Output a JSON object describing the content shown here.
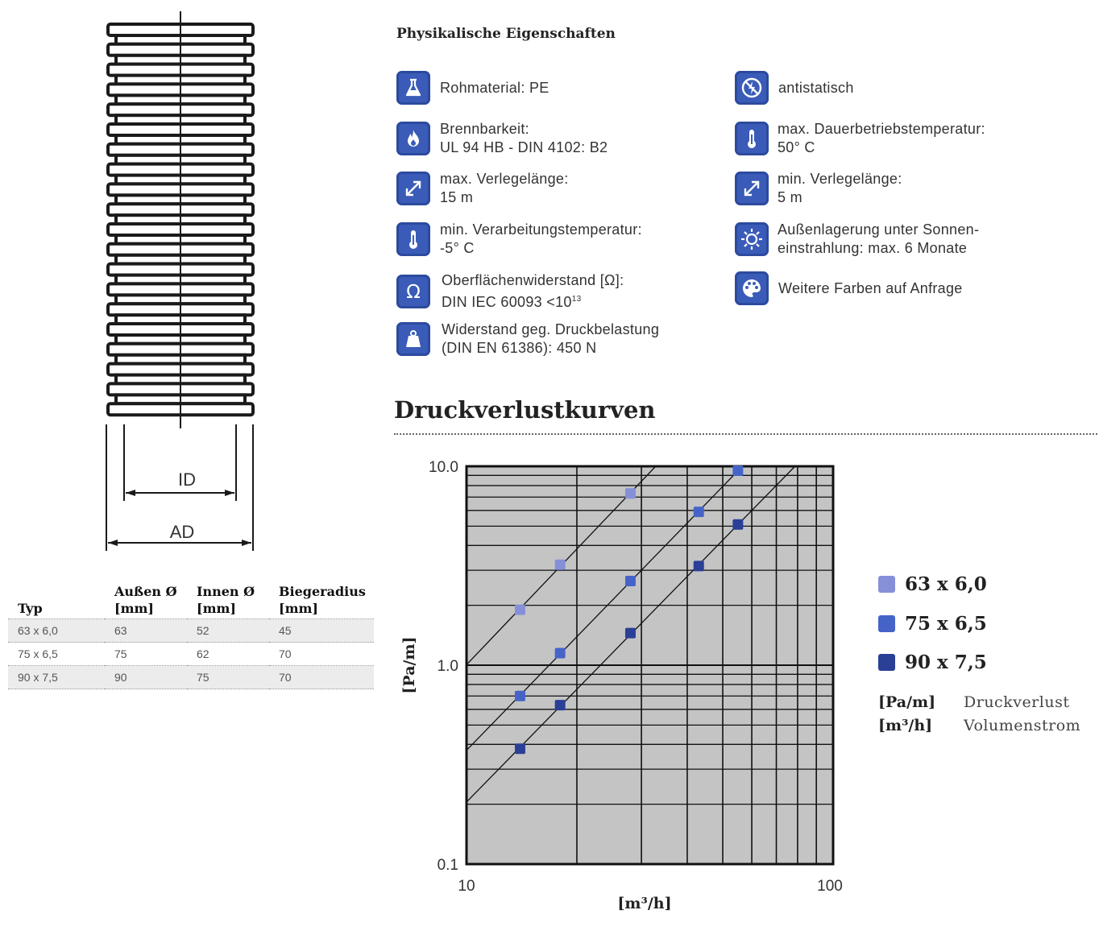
{
  "drawing": {
    "label_inner": "ID",
    "label_outer": "AD"
  },
  "table": {
    "headers": [
      {
        "line1": "Typ",
        "line2": ""
      },
      {
        "line1": "Außen Ø",
        "line2": "[mm]"
      },
      {
        "line1": "Innen  Ø",
        "line2": "[mm]"
      },
      {
        "line1": "Biegeradius",
        "line2": "[mm]"
      }
    ],
    "rows": [
      [
        "63 x 6,0",
        "63",
        "52",
        "45"
      ],
      [
        "75 x 6,5",
        "75",
        "62",
        "70"
      ],
      [
        "90 x 7,5",
        "90",
        "75",
        "70"
      ]
    ]
  },
  "properties": {
    "heading": "Physikalische Eigenschaften",
    "left": [
      {
        "icon": "flask-icon",
        "line1": "Rohmaterial: PE",
        "line2": ""
      },
      {
        "icon": "flame-icon",
        "line1": "Brennbarkeit:",
        "line2": "UL 94 HB - DIN 4102: B2"
      },
      {
        "icon": "diagonal-arrow-icon",
        "line1": "max. Verlegelänge:",
        "line2": "15 m"
      },
      {
        "icon": "thermometer-icon",
        "line1": "min. Verarbeitungstemperatur:",
        "line2": "-5° C"
      },
      {
        "icon": "omega-icon",
        "line1": "Oberflächenwiderstand [Ω]:",
        "line2": "DIN IEC 60093 <10",
        "sup": "13"
      },
      {
        "icon": "weight-icon",
        "line1": "Widerstand geg. Druckbelastung",
        "line2": "(DIN EN 61386): 450 N"
      }
    ],
    "right": [
      {
        "icon": "antistatic-icon",
        "line1": "antistatisch",
        "line2": ""
      },
      {
        "icon": "thermometer-icon",
        "line1": "max. Dauerbetriebstemperatur:",
        "line2": "50° C"
      },
      {
        "icon": "diagonal-arrow-icon",
        "line1": "min. Verlegelänge:",
        "line2": "5 m"
      },
      {
        "icon": "sun-icon",
        "line1": "Außenlagerung unter Sonnen-",
        "line2": "einstrahlung: max. 6 Monate"
      },
      {
        "icon": "palette-icon",
        "line1": "Weitere Farben auf Anfrage",
        "line2": ""
      }
    ]
  },
  "chart_title": "Druckverlustkurven",
  "chart_data": {
    "type": "scatter",
    "title": "Druckverlustkurven",
    "xlabel": "[m³/h]",
    "ylabel": "[Pa/m]",
    "xscale": "log",
    "yscale": "log",
    "xlim": [
      10,
      100
    ],
    "ylim": [
      0.1,
      10
    ],
    "xticks": [
      "10",
      "100"
    ],
    "yticks": [
      "10.0",
      "1.0",
      "0.1"
    ],
    "grid": true,
    "legend": "right",
    "series": [
      {
        "name": "63 x 6,0",
        "color": "#8590d8",
        "x": [
          14,
          18,
          28
        ],
        "y": [
          1.9,
          3.2,
          7.3
        ]
      },
      {
        "name": "75 x 6,5",
        "color": "#4664c8",
        "x": [
          14,
          18,
          28,
          43,
          55
        ],
        "y": [
          0.7,
          1.15,
          2.65,
          5.9,
          9.5
        ]
      },
      {
        "name": "90 x 7,5",
        "color": "#2a3f96",
        "x": [
          14,
          18,
          28,
          43,
          55
        ],
        "y": [
          0.38,
          0.63,
          1.45,
          3.15,
          5.1
        ]
      }
    ],
    "units": [
      {
        "unit": "[Pa/m]",
        "desc": "Druckverlust"
      },
      {
        "unit": "[m³/h]",
        "desc": "Volumenstrom"
      }
    ]
  },
  "colors": {
    "icon_bg": "#3a5cb8",
    "plot_bg": "#c4c4c4"
  }
}
